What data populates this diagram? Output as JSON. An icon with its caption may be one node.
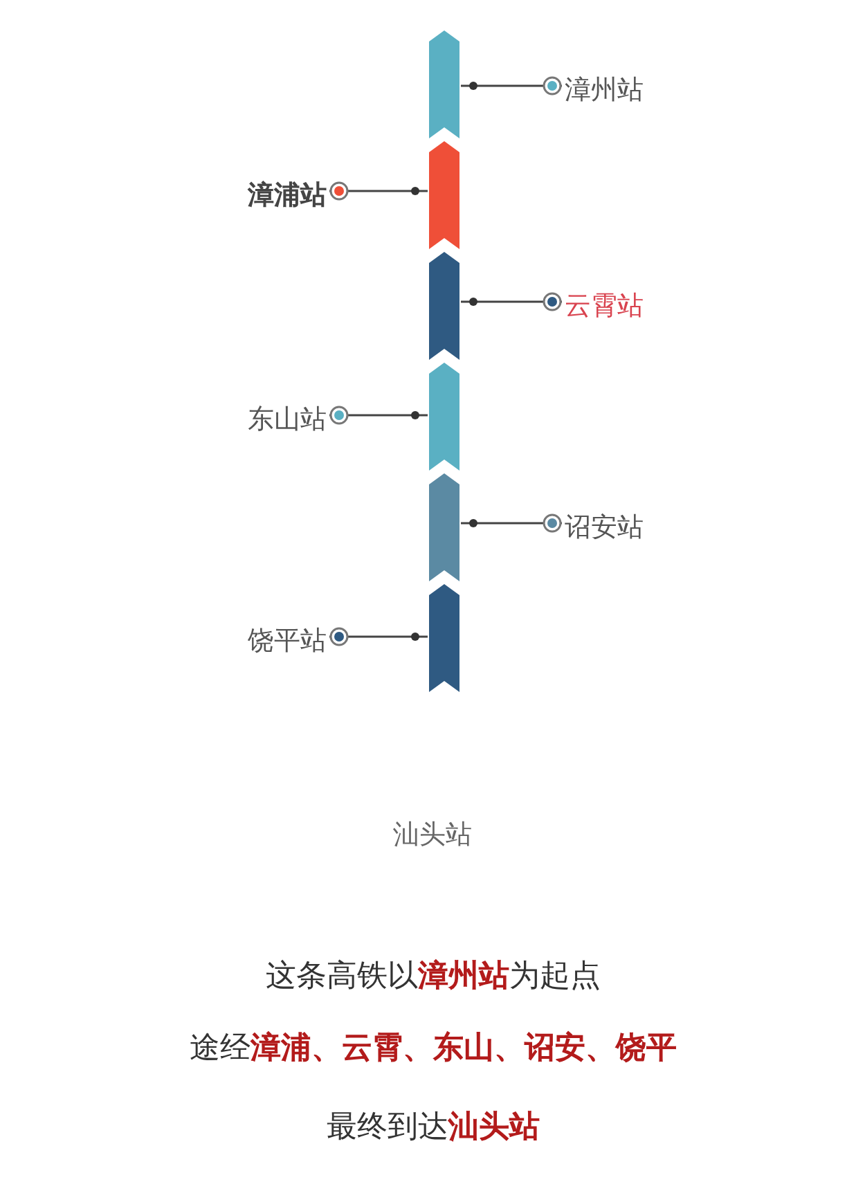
{
  "diagram": {
    "nodes": [
      {
        "text": [],
        "shape": "bar"
      },
      {
        "text": [],
        "shape": "bar"
      },
      {
        "text": [],
        "shape": "bar"
      },
      {
        "text": [],
        "shape": "bar"
      },
      {
        "text": [],
        "shape": "bar"
      },
      {
        "text": [],
        "shape": "bar"
      },
      {
        "text": [
          "漳州站"
        ]
      },
      {
        "text": [
          "漳浦站"
        ]
      },
      {
        "text": [
          "云霄站"
        ]
      },
      {
        "text": [
          "东山站"
        ]
      },
      {
        "text": [
          "诏安站"
        ]
      },
      {
        "text": [
          "饶平站"
        ]
      }
    ],
    "edges": [
      {
        "from": 6,
        "to": 0,
        "arrow": "other"
      },
      {
        "from": 7,
        "to": 1,
        "arrow": "other"
      },
      {
        "from": 8,
        "to": 2,
        "arrow": "other"
      },
      {
        "from": 9,
        "to": 3,
        "arrow": "other"
      },
      {
        "from": 10,
        "to": 4,
        "arrow": "other"
      },
      {
        "from": 11,
        "to": 5,
        "arrow": "other"
      }
    ],
    "labels": [
      "汕头站",
      "这条高铁以**漳州站**为起点",
      "途经**漳浦、云霄、东山、诏安、饶平**",
      "最终到达**汕头站**"
    ]
  }
}
